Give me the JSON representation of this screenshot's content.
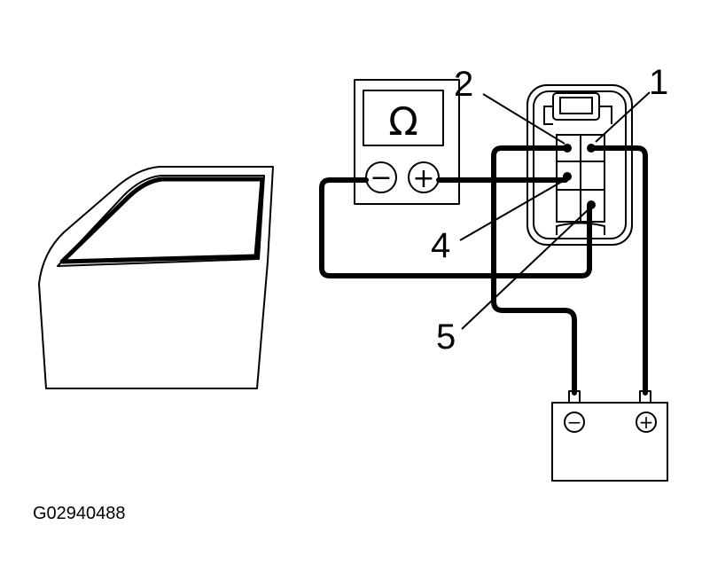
{
  "ohmmeter": {
    "symbol": "Ω",
    "negative_symbol": "−",
    "positive_symbol": "+"
  },
  "battery": {
    "negative_symbol": "−",
    "positive_symbol": "+"
  },
  "terminals": {
    "t1": "1",
    "t2": "2",
    "t4": "4",
    "t5": "5"
  },
  "figure_id": "G02940488"
}
